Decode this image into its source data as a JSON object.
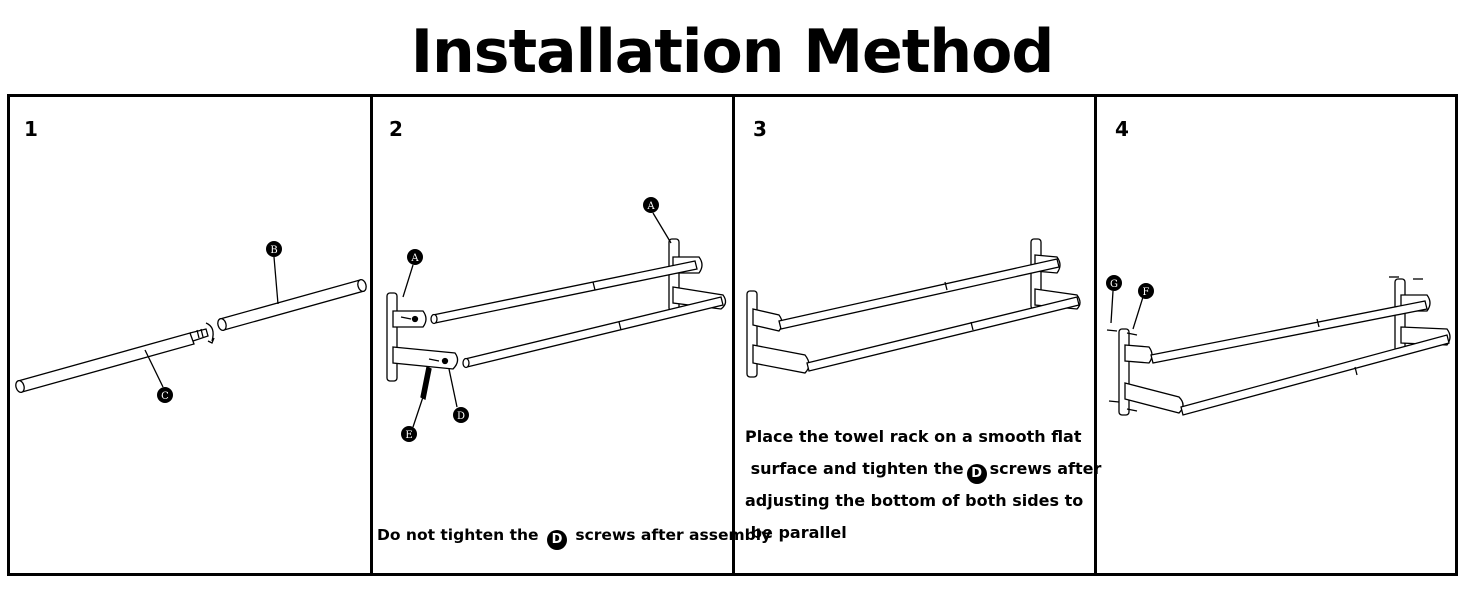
{
  "title": "Installation Method",
  "steps": [
    {
      "number": "1",
      "parts": [
        "B",
        "C"
      ]
    },
    {
      "number": "2",
      "parts": [
        "A",
        "A",
        "D",
        "E"
      ],
      "caption_before": "Do not tighten the",
      "caption_badge": "D",
      "caption_after": "screws after assembly"
    },
    {
      "number": "3",
      "caption_lines": [
        "Place the towel rack on a smooth flat",
        "surface and tighten the",
        "screws after",
        "adjusting the bottom of both sides to",
        "be parallel"
      ],
      "caption_badge": "D"
    },
    {
      "number": "4",
      "parts": [
        "G",
        "F"
      ]
    }
  ],
  "colors": {
    "line": "#000000",
    "badge": "#000000",
    "badge_text": "#ffffff"
  }
}
